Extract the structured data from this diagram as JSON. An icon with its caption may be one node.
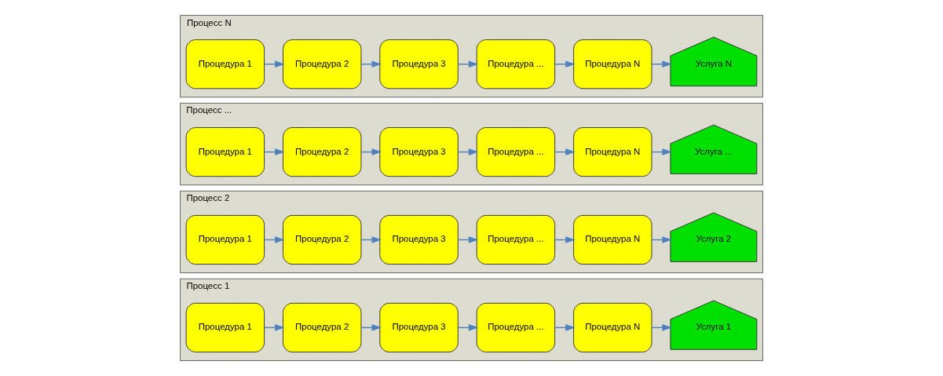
{
  "diagram": {
    "nodes": [
      {
        "text": [
          "Процесс 1"
        ]
      },
      {
        "text": [
          "Процедура 1"
        ],
        "in": 0
      },
      {
        "text": [
          "Процедура 2"
        ],
        "in": 0
      },
      {
        "text": [
          "Процедура 3"
        ],
        "in": 0
      },
      {
        "text": [
          "Процедура ..."
        ],
        "in": 0
      },
      {
        "text": [
          "Процедура N"
        ],
        "in": 0
      },
      {
        "text": [
          "Услуга 1"
        ],
        "in": 0
      },
      {
        "text": [
          "Процесс 2"
        ]
      },
      {
        "text": [
          "Процедура 1"
        ],
        "in": 7
      },
      {
        "text": [
          "Процедура 2"
        ],
        "in": 7
      },
      {
        "text": [
          "Процедура 3"
        ],
        "in": 7
      },
      {
        "text": [
          "Процедура ..."
        ],
        "in": 7
      },
      {
        "text": [
          "Процедура N"
        ],
        "in": 7
      },
      {
        "text": [
          "Услуга 2"
        ],
        "in": 7
      },
      {
        "text": [
          "Процесс ..."
        ]
      },
      {
        "text": [
          "Процедура 1"
        ],
        "in": 14
      },
      {
        "text": [
          "Процедура 2"
        ],
        "in": 14
      },
      {
        "text": [
          "Процедура 3"
        ],
        "in": 14
      },
      {
        "text": [
          "Процедура ..."
        ],
        "in": 14
      },
      {
        "text": [
          "Процедура N"
        ],
        "in": 14
      },
      {
        "text": [
          "Услуга ..."
        ],
        "in": 14
      },
      {
        "text": [
          "Процесс N"
        ]
      },
      {
        "text": [
          "Процедура 1"
        ],
        "in": 21
      },
      {
        "text": [
          "Процедура 2"
        ],
        "in": 21
      },
      {
        "text": [
          "Процедура 3"
        ],
        "in": 21
      },
      {
        "text": [
          "Процедура ..."
        ],
        "in": 21
      },
      {
        "text": [
          "Процедура N"
        ],
        "in": 21
      },
      {
        "text": [
          "Услуга N"
        ],
        "in": 21
      }
    ],
    "edges": [
      {
        "from": 1,
        "to": 2,
        "arrow": "to"
      },
      {
        "from": 2,
        "to": 3,
        "arrow": "to"
      },
      {
        "from": 3,
        "to": 4,
        "arrow": "to"
      },
      {
        "from": 4,
        "to": 5,
        "arrow": "to"
      },
      {
        "from": 5,
        "to": 6,
        "arrow": "to"
      },
      {
        "from": 8,
        "to": 9,
        "arrow": "to"
      },
      {
        "from": 9,
        "to": 10,
        "arrow": "to"
      },
      {
        "from": 10,
        "to": 11,
        "arrow": "to"
      },
      {
        "from": 11,
        "to": 12,
        "arrow": "to"
      },
      {
        "from": 12,
        "to": 13,
        "arrow": "to"
      },
      {
        "from": 15,
        "to": 16,
        "arrow": "to"
      },
      {
        "from": 16,
        "to": 17,
        "arrow": "to"
      },
      {
        "from": 17,
        "to": 18,
        "arrow": "to"
      },
      {
        "from": 18,
        "to": 19,
        "arrow": "to"
      },
      {
        "from": 19,
        "to": 20,
        "arrow": "to"
      },
      {
        "from": 22,
        "to": 23,
        "arrow": "to"
      },
      {
        "from": 23,
        "to": 24,
        "arrow": "to"
      },
      {
        "from": 24,
        "to": 25,
        "arrow": "to"
      },
      {
        "from": 25,
        "to": 26,
        "arrow": "to"
      },
      {
        "from": 26,
        "to": 27,
        "arrow": "to"
      }
    ]
  }
}
